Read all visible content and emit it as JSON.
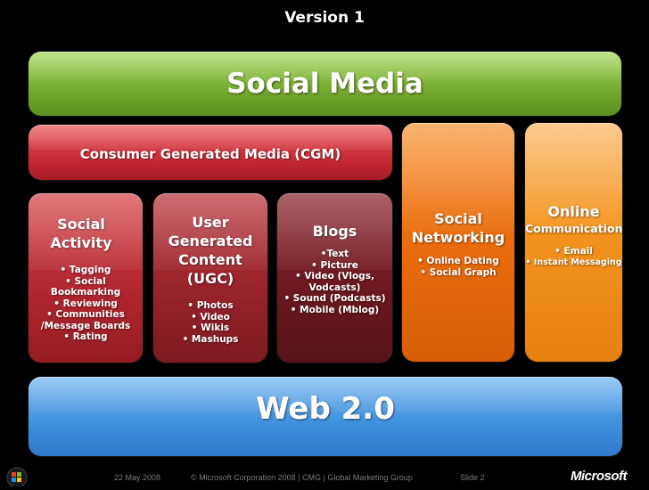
{
  "header": {
    "version": "Version 1"
  },
  "layers": {
    "top": "Social Media",
    "cgm": "Consumer Generated Media (CGM)",
    "bottom": "Web 2.0"
  },
  "columns": {
    "social_activity": {
      "title": [
        "Social",
        "Activity"
      ],
      "items": [
        "• Tagging",
        "• Social",
        "Bookmarking",
        "• Reviewing",
        "• Communities",
        "/Message Boards",
        "• Rating"
      ]
    },
    "ugc": {
      "title": [
        "User",
        "Generated",
        "Content",
        "(UGC)"
      ],
      "items": [
        "• Photos",
        "• Video",
        "• Wikis",
        "• Mashups"
      ]
    },
    "blogs": {
      "title": [
        "Blogs"
      ],
      "items": [
        "•Text",
        "• Picture",
        "• Video (Vlogs,",
        "Vodcasts)",
        "• Sound (Podcasts)",
        "• Mobile (Mblog)"
      ]
    },
    "social_networking": {
      "title": [
        "Social",
        "Networking"
      ],
      "items": [
        "• Online Dating",
        "• Social Graph"
      ]
    },
    "online_communication": {
      "title": [
        "Online",
        "Communication"
      ],
      "items": [
        "• Email",
        "• Instant Messaging"
      ]
    }
  },
  "footer": {
    "date": "22 May 2008",
    "copyright": "© Microsoft Corporation 2008 | CMG | Global Marketing Group",
    "slide": "Slide 2",
    "brand": "Microsoft"
  },
  "colors": {
    "social_media": "#7ab232",
    "cgm": "#c22630",
    "social_activity": "#b0262f",
    "ugc": "#97222b",
    "blogs": "#6b1820",
    "social_networking": "#ed6f0e",
    "online_communication": "#f4951f",
    "web20": "#3e8fdc"
  }
}
